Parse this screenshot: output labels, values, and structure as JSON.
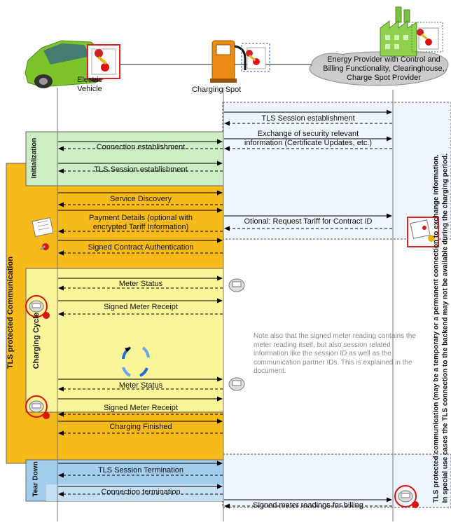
{
  "actors": {
    "ev": "Electric\nVehicle",
    "spot": "Charging Spot",
    "provider": "Energy Provider with Control and Billing Functionality, Clearinghouse, Charge Spot Provider"
  },
  "phases": {
    "init": "Initialization",
    "tls_protected": "TLS protected Communication",
    "charging_cycle": "Charging Cycle",
    "teardown": "Tear Down"
  },
  "messages": {
    "tls_backend": "TLS Session establishment",
    "exchange_security": "Exchange of security relevant information (Certificate Updates, etc.)",
    "connection_establishment": "Connection establishment",
    "tls_session": "TLS Session establishment",
    "service_discovery": "Service Discovery",
    "payment_details": "Payment Details (optional with encrypted Tariff Information)",
    "optional_tariff": "Otional: Request Tariff for Contract ID",
    "signed_contract": "Signed Contract Authentication",
    "meter_status_1": "Meter Status",
    "signed_meter_receipt_1": "Signed Meter Receipt",
    "meter_status_2": "Meter Status",
    "signed_meter_receipt_2": "Signed Meter Receipt",
    "charging_finished": "Charging Finished",
    "tls_termination": "TLS Session Termination",
    "connection_termination": "Connection termination",
    "signed_readings_billing": "Signed meter readings for billing"
  },
  "note": "Note also that the signed meter reading contains the meter reading itself, but also session related information like the session ID as well as the communication partner IDs. This is explained in the document.",
  "side_note": {
    "line1": "TLS protected communication (may be a temporary or a permanent connection to exchange information.",
    "line2": "In special use cases the TLS connection to the backend may not be available during the charging period."
  },
  "colors": {
    "init_fill": "#cdeec4",
    "tls_fill": "#f6bb1a",
    "cycle_fill": "#fbf59a",
    "teardown_fill": "#a3cdec",
    "backend_fill": "#eef5fc",
    "car": "#7cc42a",
    "pump": "#ea8a14",
    "factory": "#8fd14f"
  }
}
